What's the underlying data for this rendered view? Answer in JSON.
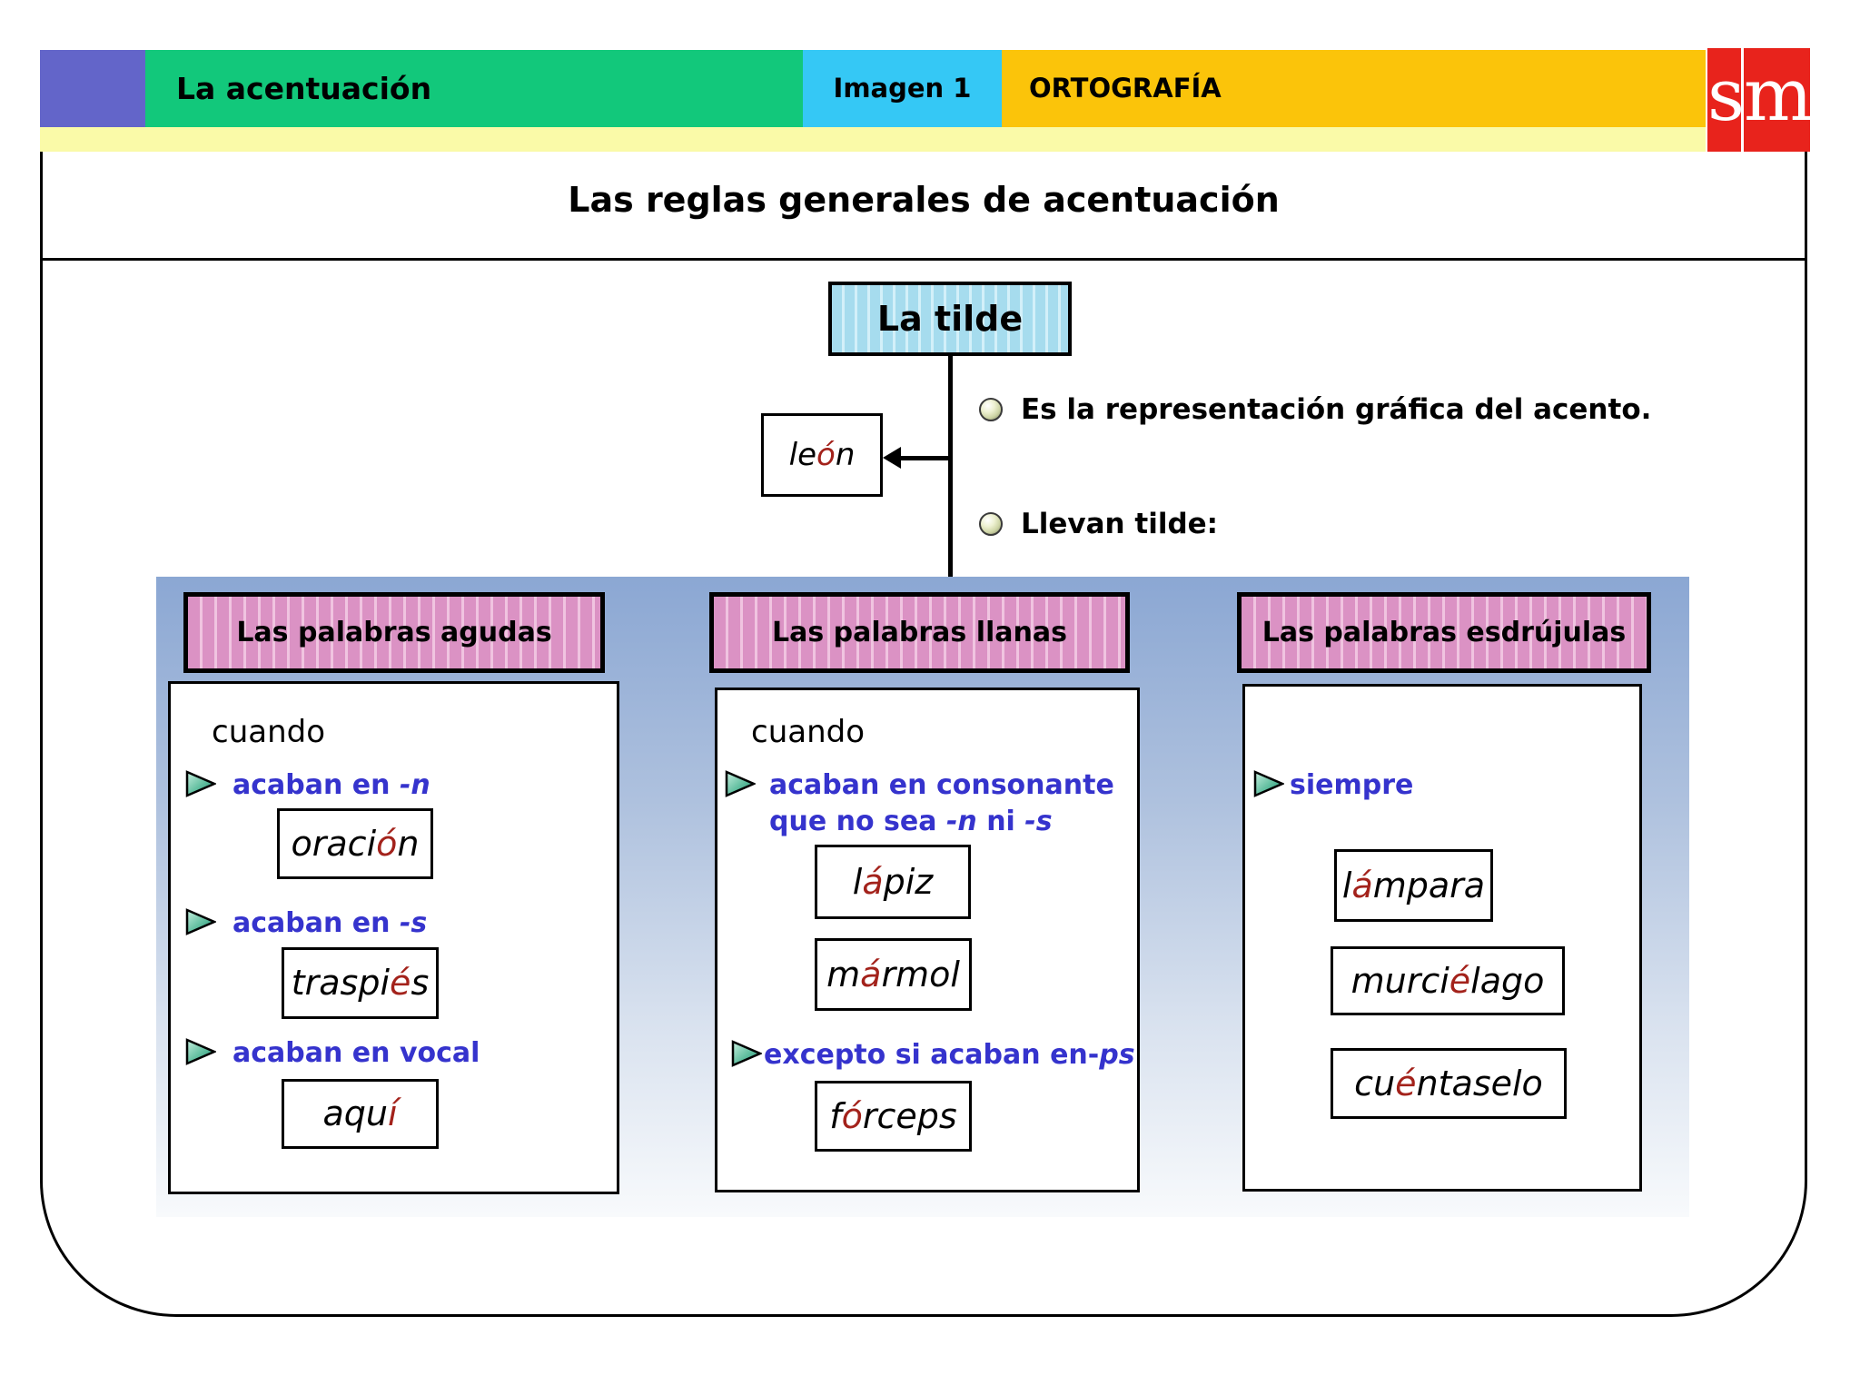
{
  "header": {
    "title": "La acentuación",
    "tag": "Imagen 1",
    "section": "ORTOGRAFÍA",
    "logo_s": "s",
    "logo_m": "m"
  },
  "page": {
    "title": "Las reglas generales de acentuación"
  },
  "diagram": {
    "root_label": "La tilde",
    "example_word": {
      "pre": "le",
      "accent": "ó",
      "post": "n"
    },
    "bullets": [
      "Es la representación gráfica del acento.",
      "Llevan tilde:"
    ],
    "columns": [
      {
        "header": "Las palabras agudas",
        "intro": "cuando",
        "rules": [
          {
            "label": [
              {
                "t": "acaban en "
              },
              {
                "t": "-n",
                "i": true
              }
            ],
            "words": [
              {
                "pre": "oraci",
                "accent": "ó",
                "post": "n"
              }
            ]
          },
          {
            "label": [
              {
                "t": "acaban en "
              },
              {
                "t": "-s",
                "i": true
              }
            ],
            "words": [
              {
                "pre": "traspi",
                "accent": "é",
                "post": "s"
              }
            ]
          },
          {
            "label": [
              {
                "t": "acaban en vocal"
              }
            ],
            "words": [
              {
                "pre": "aqu",
                "accent": "í",
                "post": ""
              }
            ]
          }
        ]
      },
      {
        "header": "Las palabras llanas",
        "intro": "cuando",
        "rules": [
          {
            "label": [
              {
                "t": "acaban en consonante"
              },
              {
                "br": true
              },
              {
                "t": "que no sea "
              },
              {
                "t": "-n",
                "i": true
              },
              {
                "t": " ni "
              },
              {
                "t": "-s",
                "i": true
              }
            ],
            "words": [
              {
                "pre": "l",
                "accent": "á",
                "post": "piz"
              },
              {
                "pre": "m",
                "accent": "á",
                "post": "rmol"
              }
            ]
          },
          {
            "label": [
              {
                "t": "excepto si acaban en-"
              },
              {
                "t": "ps",
                "i": true
              }
            ],
            "words": [
              {
                "pre": "f",
                "accent": "ó",
                "post": "rceps"
              }
            ]
          }
        ]
      },
      {
        "header": "Las palabras esdrújulas",
        "intro": "",
        "rules": [
          {
            "label": [
              {
                "t": "siempre"
              }
            ],
            "words": [
              {
                "pre": "l",
                "accent": "á",
                "post": "mpara"
              },
              {
                "pre": "murci",
                "accent": "é",
                "post": "lago"
              },
              {
                "pre": "cu",
                "accent": "é",
                "post": "ntaselo"
              }
            ]
          }
        ]
      }
    ]
  },
  "colors": {
    "banner_purple": "#6365c9",
    "banner_green": "#12c87b",
    "banner_cyan": "#35c8f5",
    "banner_orange": "#fbc40a",
    "strip_yellow": "#fafaa8",
    "logo_red": "#e8231c",
    "header_pink": "#db92c4",
    "tilde_blue": "#a6dcee",
    "panel_blue": "#8ba7d3",
    "rule_text_blue": "#3533cd",
    "accent_red": "#a3221b"
  }
}
